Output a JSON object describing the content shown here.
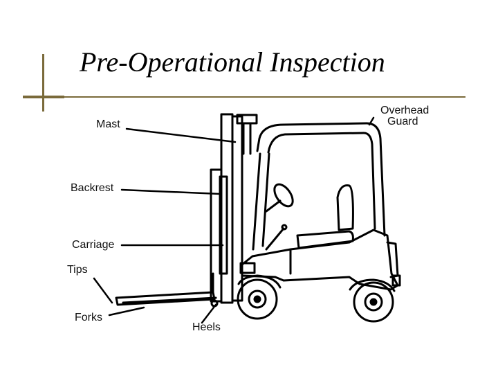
{
  "slide": {
    "title": "Pre-Operational Inspection"
  },
  "labels": {
    "mast": "Mast",
    "overhead_guard_line1": "Overhead",
    "overhead_guard_line2": "Guard",
    "backrest": "Backrest",
    "carriage": "Carriage",
    "tips": "Tips",
    "forks": "Forks",
    "heels": "Heels"
  },
  "colors": {
    "accent": "#7a6a3a",
    "line": "#000000"
  }
}
